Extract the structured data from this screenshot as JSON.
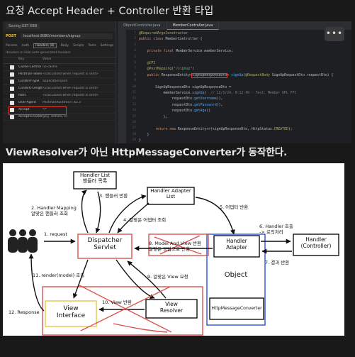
{
  "title": "요청 Accept Header + Controller 반환 타입",
  "subtitle": "ViewResolver가 아닌 HttpMessageConverter가 동작한다.",
  "screenshot": {
    "more_button": "•••",
    "postman": {
      "top_tab": "Saving GET EBB",
      "method": "POST",
      "url": "localhost:8080/members/signup",
      "tabs": [
        "Params",
        "Auth",
        "Headers (8)",
        "Body",
        "Scripts",
        "Tests",
        "Settings"
      ],
      "sub": "Headers   ⊘ Hide auto-generated headers",
      "col_key": "Key",
      "col_value": "Value",
      "rows": [
        {
          "k": "Cache-Control",
          "v": "no-cache"
        },
        {
          "k": "Postman-Token",
          "v": "<calculated when request is sent>"
        },
        {
          "k": "Content-Type",
          "v": "application/json"
        },
        {
          "k": "Content-Length",
          "v": "<calculated when request is sent>"
        },
        {
          "k": "Host",
          "v": "<calculated when request is sent>"
        },
        {
          "k": "User-Agent",
          "v": "PostmanRuntime/7.42.3"
        },
        {
          "k": "Accept",
          "v": "*/*"
        },
        {
          "k": "Accept-Encoding",
          "v": "gzip, deflate, br"
        }
      ]
    },
    "ide": {
      "tabs": [
        "ObjectController.java",
        "MemberController.java"
      ],
      "lines": [
        "1",
        "2",
        "3",
        "4",
        "5",
        "6",
        "7",
        "8",
        "9",
        "10",
        "11",
        "12",
        "13",
        "14",
        "15",
        "16",
        "17",
        "18",
        "19",
        "20"
      ]
    }
  },
  "diagram": {
    "handler_list": "Handler List\n핸들러 목록",
    "handler_adapter_list": "Handler Adapter\nList",
    "dispatcher": "Dispatcher\nServlet",
    "handler_adapter": "Handler\nAdapter",
    "handler": "Handler\n(Controller)",
    "object": "Object",
    "http_message_converter": "HttpMessageConverter",
    "view": "View\nInterface",
    "view_resolver": "View\nResolver",
    "l1": "1. request",
    "l2": "2. Handler Mapping\n알맞은 핸들러 조회",
    "l3": "3. 핸들러 반환",
    "l4": "4. 알맞은 어댑터 조회",
    "l5": "5. 어댑터 반환",
    "l6": "6. Handler 호출\n-> 로직처리",
    "l7": "7. 결과 반환",
    "l8": "8. Model And View 반환\n알맞은 응답으로 변환",
    "l9": "9. 알맞은 View 요청",
    "l10": "10. View 반환",
    "l11": "11. render(model) 호출",
    "l12": "12. Response"
  }
}
